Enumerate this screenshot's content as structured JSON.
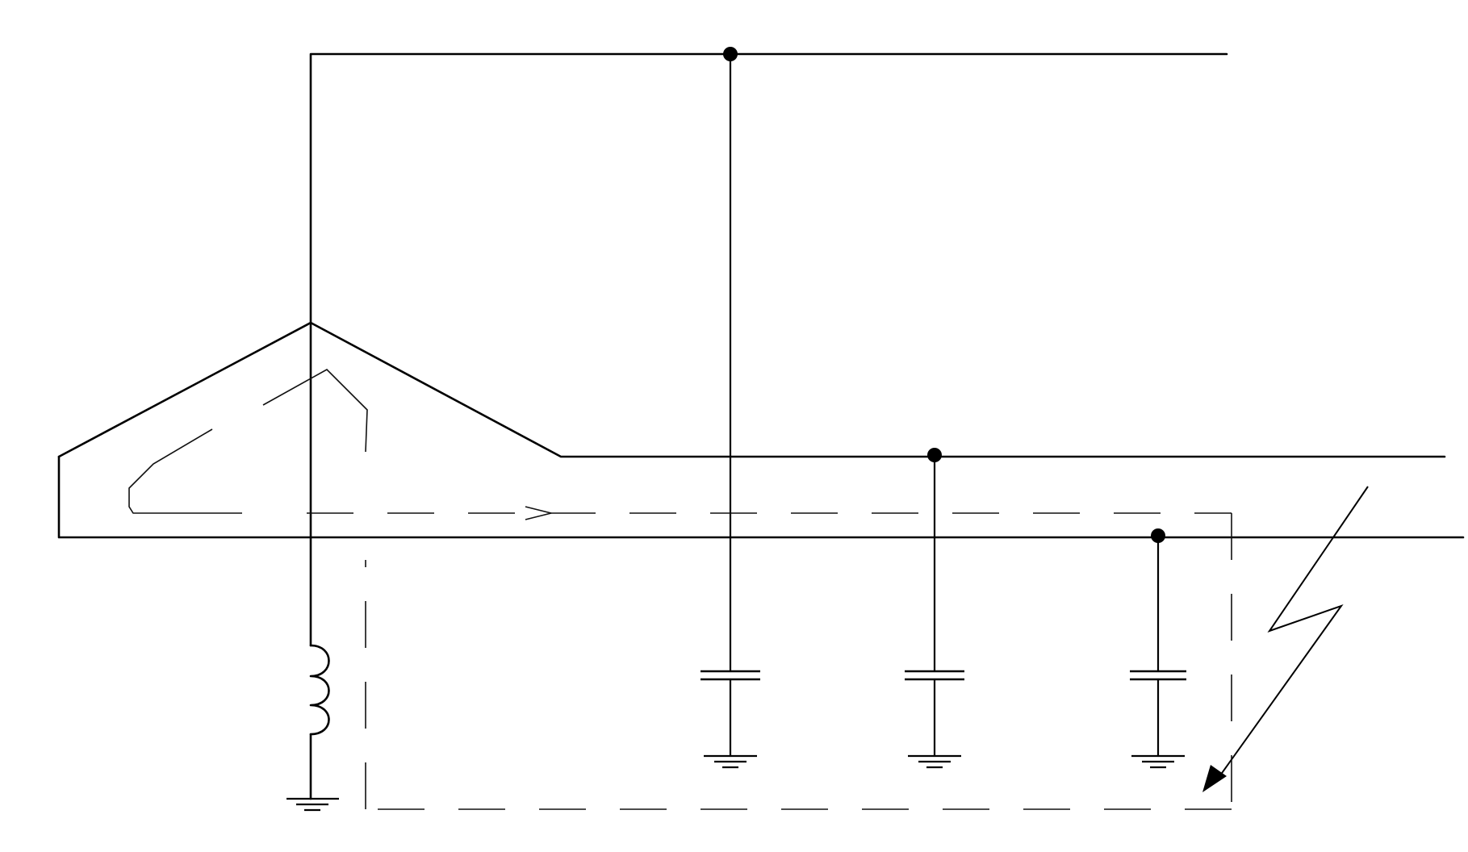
{
  "diagram": {
    "kind": "single-phase ground fault capacitive current path",
    "components": [
      "transformer-delta-winding",
      "neutral-grounding-inductor",
      "bus-line-upper",
      "bus-line-middle",
      "bus-line-lower",
      "capacitor-1",
      "capacitor-2",
      "capacitor-3",
      "fault-arrow",
      "current-return-path"
    ],
    "colors": {
      "line": "#000000",
      "background": "#ffffff"
    }
  }
}
